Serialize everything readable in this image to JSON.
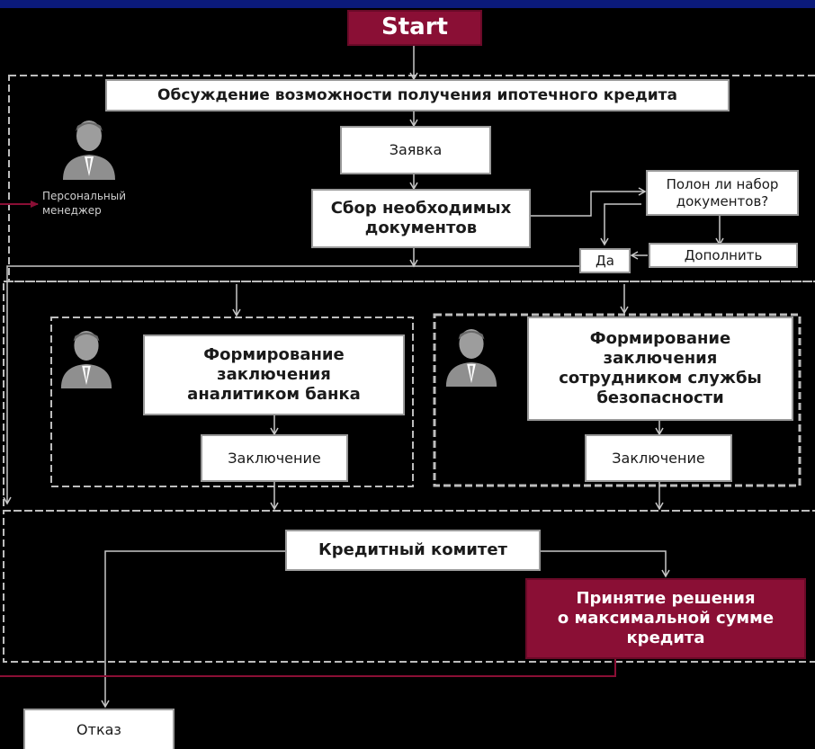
{
  "diagram": {
    "start": "Start",
    "discussion": "Обсуждение возможности получения ипотечного кредита",
    "application": "Заявка",
    "collect_docs": "Сбор необходимых\nдокументов",
    "docs_complete_question": "Полон ли набор\nдокументов?",
    "supplement": "Дополнить",
    "yes": "Да",
    "personal_manager": "Персональный\nменеджер",
    "analyst_conclusion": "Формирование\nзаключения\nаналитиком банка",
    "security_conclusion": "Формирование\nзаключения\nсотрудником службы\nбезопасности",
    "conclusion_1": "Заключение",
    "conclusion_2": "Заключение",
    "credit_committee": "Кредитный комитет",
    "max_amount_decision": "Принятие решения\nо максимальной сумме\nкредита",
    "refusal": "Отказ"
  },
  "colors": {
    "accent": "#8a0f35",
    "background": "#000000",
    "box": "#ffffff",
    "line": "#bdbdbd"
  }
}
